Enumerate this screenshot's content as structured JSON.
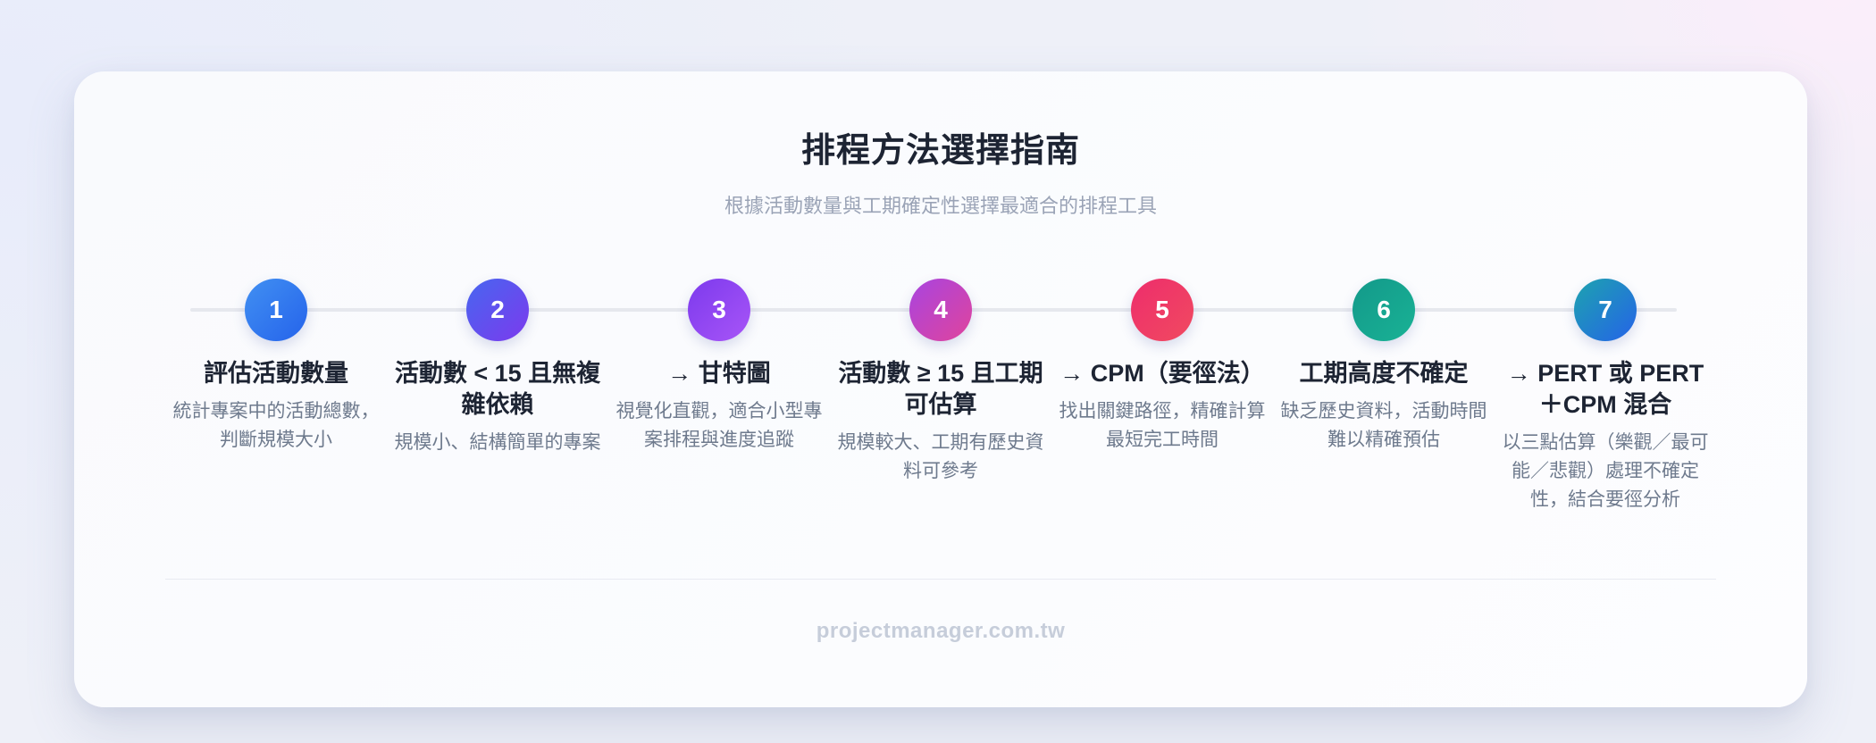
{
  "page": {
    "title": "排程方法選擇指南",
    "subtitle": "根據活動數量與工期確定性選擇最適合的排程工具",
    "footer": "projectmanager.com.tw"
  },
  "colors": {
    "background_blue": "#e8ecfa",
    "background_pink": "#fbeefa",
    "card_background": "#fbfcfe",
    "timeline_line": "#e6e8ee",
    "divider": "#e8eaf1",
    "title_text": "#1d2433",
    "subtitle_text": "#9aa3b6",
    "step_title_text": "#1d2433",
    "step_desc_text": "#6e7a8d",
    "footer_text": "#c6cdda"
  },
  "timeline": {
    "steps": [
      {
        "number": "1",
        "title": "評估活動數量",
        "description": "統計專案中的活動總數，判斷規模大小",
        "gradient_from": "#4190f2",
        "gradient_to": "#2563eb"
      },
      {
        "number": "2",
        "title": "活動數 < 15 且無複雜依賴",
        "description": "規模小、結構簡單的專案",
        "gradient_from": "#4766f0",
        "gradient_to": "#7c3aed"
      },
      {
        "number": "3",
        "title": "→ 甘特圖",
        "description": "視覺化直觀，適合小型專案排程與進度追蹤",
        "gradient_from": "#7c3aed",
        "gradient_to": "#a855f7"
      },
      {
        "number": "4",
        "title": "活動數 ≥ 15 且工期可估算",
        "description": "規模較大、工期有歷史資料可參考",
        "gradient_from": "#a845e0",
        "gradient_to": "#e0439c"
      },
      {
        "number": "5",
        "title": "→ CPM（要徑法）",
        "description": "找出關鍵路徑，精確計算最短完工時間",
        "gradient_from": "#ee2d6c",
        "gradient_to": "#f04a60"
      },
      {
        "number": "6",
        "title": "工期高度不確定",
        "description": "缺乏歷史資料，活動時間難以精確預估",
        "gradient_from": "#13998a",
        "gradient_to": "#19b295"
      },
      {
        "number": "7",
        "title": "→ PERT 或 PERT＋CPM 混合",
        "description": "以三點估算（樂觀／最可能／悲觀）處理不確定性，結合要徑分析",
        "gradient_from": "#1da3af",
        "gradient_to": "#2563e8"
      }
    ]
  }
}
